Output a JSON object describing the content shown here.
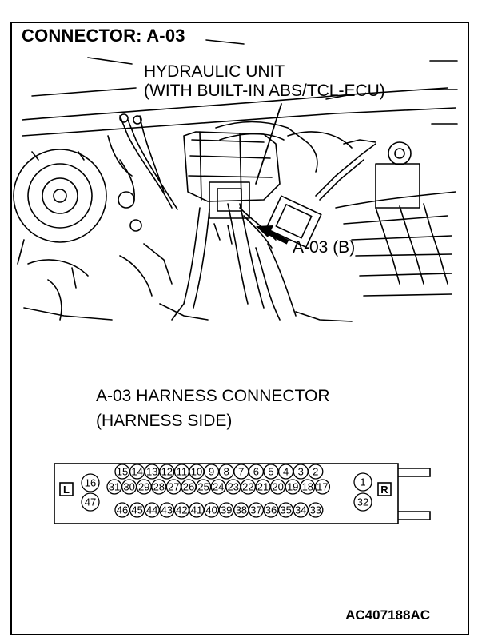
{
  "title": "CONNECTOR: A-03",
  "callouts": {
    "hydraulic_unit_line1": "HYDRAULIC UNIT",
    "hydraulic_unit_line2": "(WITH BUILT-IN ABS/TCL-ECU)",
    "connector_b": "A-03 (B)"
  },
  "harness": {
    "title_line1": "A-03 HARNESS CONNECTOR",
    "title_line2": "(HARNESS SIDE)",
    "left_mark": "L",
    "right_mark": "R",
    "row1_pins": [
      "15",
      "14",
      "13",
      "12",
      "11",
      "10",
      "9",
      "8",
      "7",
      "6",
      "5",
      "4",
      "3",
      "2"
    ],
    "row2_pins": [
      "31",
      "30",
      "29",
      "28",
      "27",
      "26",
      "25",
      "24",
      "23",
      "22",
      "21",
      "20",
      "19",
      "18",
      "17"
    ],
    "row3_pins": [
      "46",
      "45",
      "44",
      "43",
      "42",
      "41",
      "40",
      "39",
      "38",
      "37",
      "36",
      "35",
      "34",
      "33"
    ],
    "left_pins": [
      "16",
      "47"
    ],
    "right_pins": [
      "1",
      "32"
    ]
  },
  "figure_code": "AC407188AC"
}
